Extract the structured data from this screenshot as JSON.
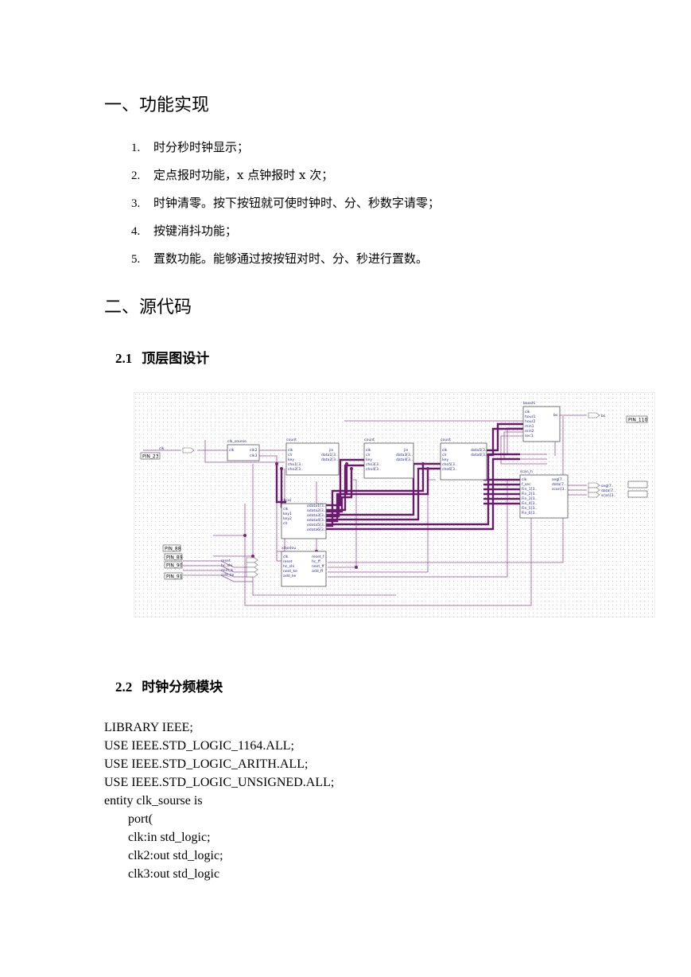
{
  "section1": {
    "title": "一、功能实现"
  },
  "features": [
    {
      "num": "1.",
      "text": "时分秒时钟显示；"
    },
    {
      "num": "2.",
      "text": "定点报时功能，x 点钟报时 x 次；"
    },
    {
      "num": "3.",
      "text": "时钟清零。按下按钮就可使时钟时、分、秒数字请零；"
    },
    {
      "num": "4.",
      "text": "按键消抖功能；"
    },
    {
      "num": "5.",
      "text": "置数功能。能够通过按按钮对时、分、秒进行置数。"
    }
  ],
  "section2": {
    "title": "二、源代码"
  },
  "sub21": {
    "num": "2.1",
    "title": "顶层图设计"
  },
  "sub22": {
    "num": "2.2",
    "title": "时钟分频模块"
  },
  "schematic": {
    "pins": [
      "PIN_23",
      "PIN_88",
      "PIN_89",
      "PIN_90",
      "PIN_91",
      "PIN_110"
    ],
    "blocks": {
      "clk_sourse": {
        "name": "clk_sourse",
        "ports": [
          "clk",
          "clk2",
          "clk3"
        ]
      },
      "count60a": {
        "name": "count",
        "ports": [
          "clk",
          "clr",
          "key",
          "cho1[3..",
          "cho2[3..",
          "jin",
          "data1[3..",
          "data2[3.."
        ]
      },
      "count60b": {
        "name": "count",
        "ports": [
          "clk",
          "clr",
          "key",
          "cho3[3..",
          "cho4[3..",
          "jin",
          "data3[3..",
          "data4[3.."
        ]
      },
      "count24": {
        "name": "count",
        "ports": [
          "clk",
          "clr",
          "key",
          "cho5[3..",
          "cho6[3..",
          "data5[3..",
          "data6[3.."
        ]
      },
      "control": {
        "name": "chcol",
        "ports": [
          "clk",
          "key1",
          "key2",
          "clr",
          "odata1[3..",
          "odata2[3..",
          "odata3[3..",
          "odata4[3..",
          "odata5[3..",
          "odata6[3.."
        ]
      },
      "baoshi": {
        "name": "baoshi",
        "ports": [
          "clk",
          "hour1",
          "hour2",
          "min1",
          "min2",
          "sec1",
          "bs"
        ]
      },
      "scan": {
        "name": "scan_h",
        "ports": [
          "clk",
          "f_sec",
          "Fin_1[3..",
          "Fin_2[3..",
          "Fin_3[3..",
          "Fin_4[3..",
          "Fin_5[3..",
          "Fin_6[3..",
          "seg[7..",
          "data[7..",
          "scan[3.."
        ]
      },
      "xiaodou": {
        "name": "xiaodou",
        "ports": [
          "clk",
          "reset",
          "hc_shi",
          "next_ke",
          "add_ke",
          "reset_f",
          "hc_ff",
          "next_ff",
          "add_ff"
        ]
      }
    },
    "input_labels": [
      "clk",
      "reset",
      "hc_shi",
      "next_k",
      "add_ke"
    ],
    "output_labels": [
      "bs",
      "seg[7..",
      "data[7..",
      "scan[3.."
    ]
  },
  "code": [
    "LIBRARY IEEE;",
    "USE IEEE.STD_LOGIC_1164.ALL;",
    "USE IEEE.STD_LOGIC_ARITH.ALL;",
    "USE IEEE.STD_LOGIC_UNSIGNED.ALL;",
    "entity clk_sourse is",
    "port(",
    "clk:in std_logic;",
    "clk2:out std_logic;",
    "clk3:out std_logic"
  ]
}
